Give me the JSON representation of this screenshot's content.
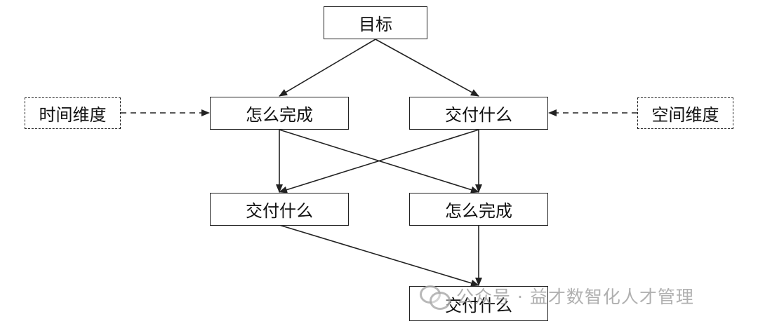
{
  "nodes": {
    "goal": "目标",
    "how_top": "怎么完成",
    "what_top": "交付什么",
    "time_dim": "时间维度",
    "space_dim": "空间维度",
    "what_mid": "交付什么",
    "how_mid": "怎么完成",
    "what_bottom": "交付什么"
  },
  "watermark": {
    "text": "公众号 · 益才数智化人才管理",
    "icon": "wechat-icon"
  },
  "colors": {
    "line": "#222222",
    "watermark": "#9a9a9a"
  }
}
